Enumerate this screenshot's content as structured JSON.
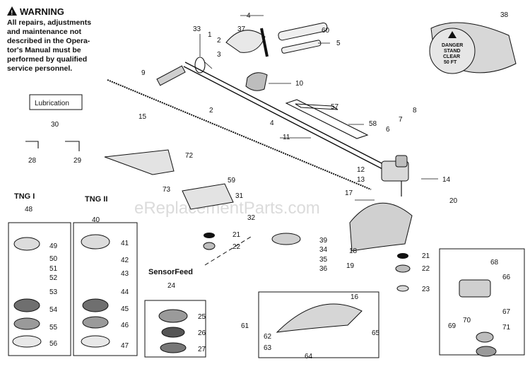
{
  "warning": {
    "title": "WARNING",
    "lines": [
      "All repairs, adjustments",
      "and maintenance not",
      "described in the Opera-",
      "tor's Manual must be",
      "performed by qualified",
      "service personnel."
    ]
  },
  "label": {
    "lines": [
      "DANGER",
      "STAND",
      "CLEAR",
      "50 FT"
    ]
  },
  "lubrication_label": "Lubrication",
  "sections": {
    "tng1": "TNG I",
    "tng2": "TNG II",
    "sensor": "SensorFeed"
  },
  "watermark": "eReplacementParts.com",
  "callouts": [
    "1",
    "2",
    "2",
    "3",
    "4",
    "4",
    "5",
    "6",
    "7",
    "8",
    "9",
    "10",
    "11",
    "12",
    "13",
    "14",
    "15",
    "16",
    "17",
    "18",
    "19",
    "20",
    "21",
    "21",
    "22",
    "22",
    "23",
    "24",
    "25",
    "26",
    "27",
    "28",
    "29",
    "30",
    "31",
    "32",
    "33",
    "34",
    "35",
    "36",
    "37",
    "38",
    "39",
    "40",
    "41",
    "42",
    "43",
    "44",
    "45",
    "46",
    "47",
    "48",
    "49",
    "50",
    "51",
    "52",
    "53",
    "54",
    "55",
    "56",
    "57",
    "58",
    "59",
    "60",
    "61",
    "62",
    "63",
    "64",
    "65",
    "66",
    "67",
    "68",
    "69",
    "70",
    "71",
    "72",
    "73"
  ]
}
